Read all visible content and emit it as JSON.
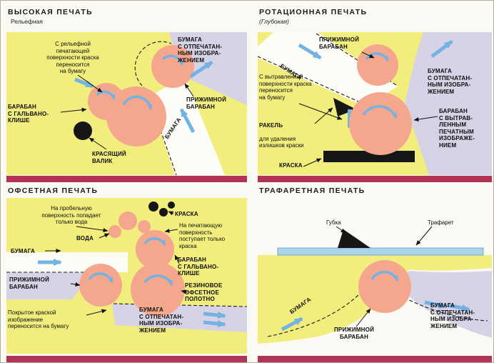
{
  "colors": {
    "page_bg": "#fbf9f3",
    "yellow": "#f2ee7e",
    "pink": "#f5a78e",
    "lavender": "#d7d3e6",
    "blue": "#74b2e2",
    "maroon": "#b23454",
    "paper_white": "#fdfdf8",
    "stencil_blue": "#a9d4ea"
  },
  "panels": {
    "letterpress": {
      "title": "ВЫСОКАЯ ПЕЧАТЬ",
      "subtitle": "Рельефная",
      "note": "С рельефной\nпечатающей\nповерхности краска\nпереносится\nна бумагу",
      "paper_printed": "БУМАГА\nС ОТПЕЧАТАН-\nНЫМ ИЗОБРА-\nЖЕНИЕМ",
      "pressure_drum": "ПРИЖИМНОЙ\nБАРАБАН",
      "plate_drum": "БАРАБАН\nС ГАЛЬВАНО-\nКЛИШЕ",
      "ink_roller": "КРАСЯЩИЙ\nВАЛИК",
      "paper": "БУМАГА"
    },
    "rotogravure": {
      "title": "РОТАЦИОННАЯ ПЕЧАТЬ",
      "subtitle": "(Глубокая)",
      "pressure_drum": "ПРИЖИМНОЙ\nБАРАБАН",
      "paper": "БУМАГА",
      "paper_printed": "БУМАГА\nС ОТПЕЧАТАН-\nНЫМ ИЗОБРА-\nЖЕНИЕМ",
      "note": "С вытравленной\nповерхности краска\nпереносится\nна бумагу",
      "blade_title": "РАКЕЛЬ",
      "blade_note": "для удаления\nизлишков краски",
      "ink": "КРАСКА",
      "etched_drum": "БАРАБАН\nС ВЫТРАВ-\nЛЕННЫМ\nПЕЧАТНЫМ\nИЗОБРАЖЕ-\nНИЕМ"
    },
    "offset": {
      "title": "ОФСЕТНАЯ ПЕЧАТЬ",
      "water_note": "На пробельную\nповерхность попадает\nтолько вода",
      "ink": "КРАСКА",
      "ink_note": "На печатающую\nповерхность\nпоступает только\nкраска",
      "water": "ВОДА",
      "paper": "БУМАГА",
      "pressure_drum": "ПРИЖИМНОЙ\nБАРАБАН",
      "plate_drum": "БАРАБАН\nС ГАЛЬВАНО-\nКЛИШЕ",
      "blanket": "РЕЗИНОВОЕ\nОФСЕТНОЕ\nПОЛОТНО",
      "transfer_note": "Покрытое краской\nизображение\nпереносится на бумагу",
      "paper_printed": "БУМАГА\nС ОТПЕЧАТАН-\nНЫМ ИЗОБРА-\nЖЕНИЕМ"
    },
    "screen": {
      "title": "ТРАФАРЕТНАЯ ПЕЧАТЬ",
      "squeegee": "Губка",
      "stencil": "Трафарет",
      "paper": "БУМАГА",
      "pressure_drum": "ПРИЖИМНОЙ\nБАРАБАН",
      "paper_printed": "БУМАГА\nС ОТПЕЧАТАН-\nНЫМ ИЗОБРА-\nЖЕНИЕМ"
    }
  }
}
